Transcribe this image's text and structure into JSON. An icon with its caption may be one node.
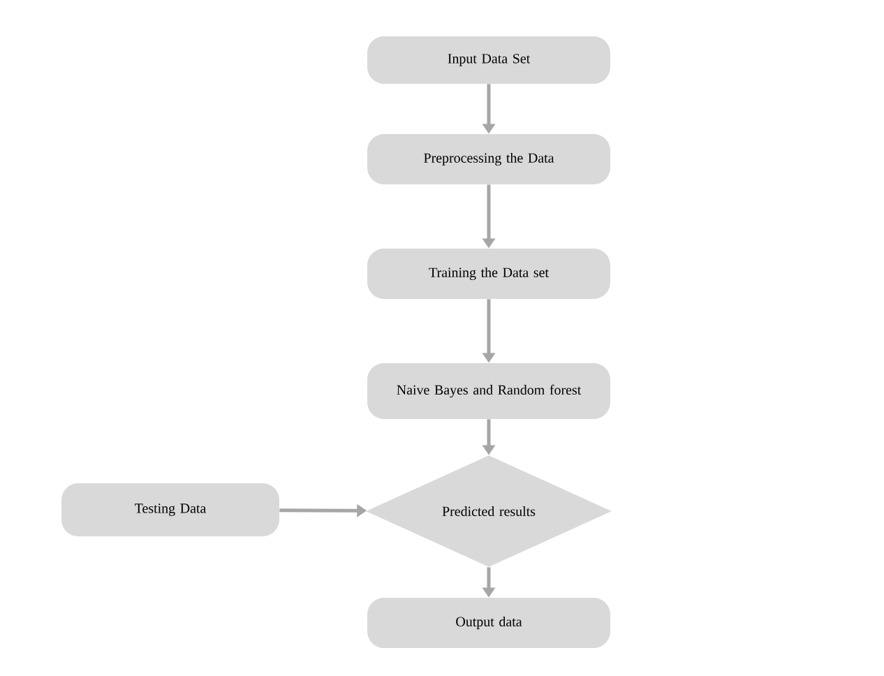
{
  "diagram": {
    "nodes": [
      {
        "text": [
          "Input Data Set"
        ]
      },
      {
        "text": [
          "Preprocessing the Data"
        ]
      },
      {
        "text": [
          "Training the Data set"
        ]
      },
      {
        "text": [
          "Naive Bayes and Random forest"
        ]
      },
      {
        "text": [
          "Testing Data"
        ]
      },
      {
        "text": [
          "Predicted results"
        ]
      },
      {
        "text": [
          "Output data"
        ]
      }
    ],
    "edges": [
      {
        "from": 0,
        "to": 1,
        "arrow": "to"
      },
      {
        "from": 1,
        "to": 2,
        "arrow": "to"
      },
      {
        "from": 2,
        "to": 3,
        "arrow": "to"
      },
      {
        "from": 3,
        "to": 5,
        "arrow": "to"
      },
      {
        "from": 4,
        "to": 5,
        "arrow": "to"
      },
      {
        "from": 5,
        "to": 6,
        "arrow": "to"
      }
    ]
  }
}
